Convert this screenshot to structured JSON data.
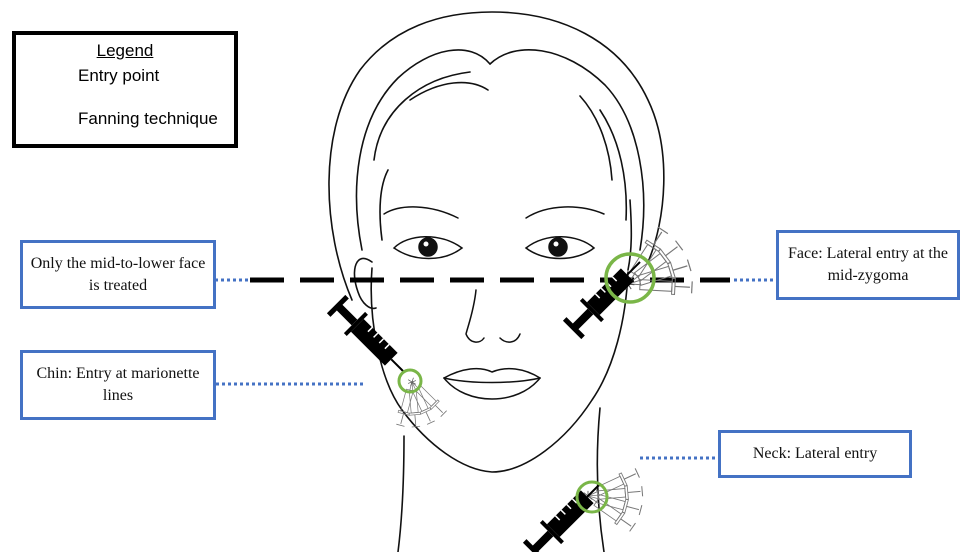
{
  "legend": {
    "title": "Legend",
    "entry_point_label": "Entry point",
    "fanning_label": "Fanning technique"
  },
  "labels": {
    "treated_area": "Only the mid-to-lower face is treated",
    "face": "Face: Lateral entry at the mid-zygoma",
    "chin": "Chin: Entry at marionette lines",
    "neck": "Neck: Lateral entry"
  },
  "colors": {
    "entry_circle": "#7ab648",
    "box_border": "#4472c4",
    "leader_line": "#4472c4",
    "ink": "#000000"
  },
  "icons": {
    "entry_point": "circle-outline-icon",
    "fanning": "fanning-syringes-icon",
    "syringe": "syringe-icon"
  }
}
